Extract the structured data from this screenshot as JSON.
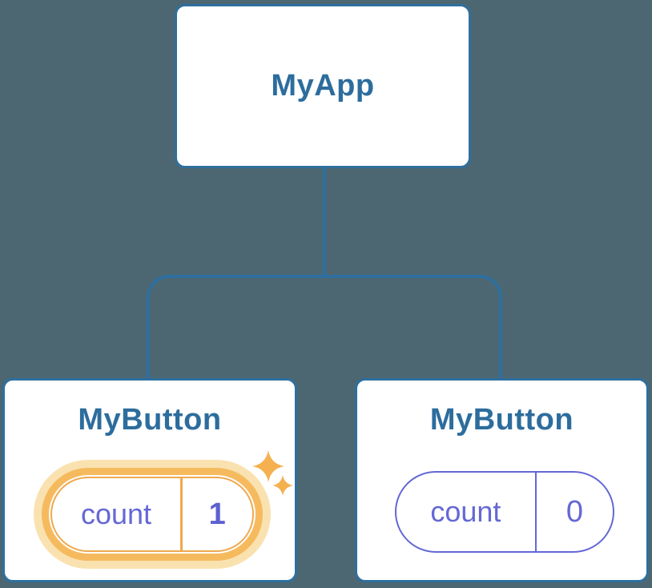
{
  "diagram": {
    "title": "react-component-tree",
    "root": {
      "label": "MyApp"
    },
    "children": [
      {
        "label": "MyButton",
        "state": {
          "key": "count",
          "value": "1"
        },
        "highlighted": true,
        "icon": "sparkles-icon"
      },
      {
        "label": "MyButton",
        "state": {
          "key": "count",
          "value": "0"
        },
        "highlighted": false
      }
    ]
  },
  "colors": {
    "background": "#4C6771",
    "node_border_blue": "#2E6F9F",
    "node_text_blue": "#2D6D9D",
    "state_purple": "#6468D4",
    "state_value_bold_purple": "#5D60CE",
    "highlight_orange": "#F6BA5E",
    "highlight_hairline_orange": "#F0A84D",
    "highlight_glow": "#FAE2B0",
    "card_background": "#FFFFFF"
  }
}
